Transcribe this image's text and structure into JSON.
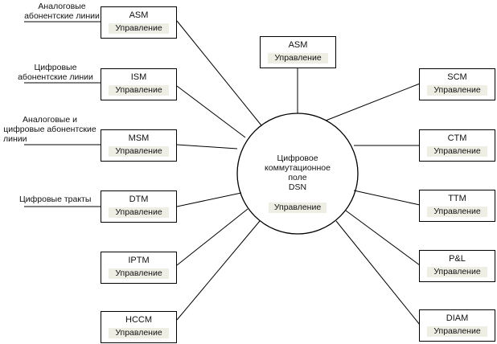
{
  "control_label": "Управление",
  "center": {
    "lines": [
      "Цифровое",
      "коммутационное",
      "поле",
      "DSN"
    ],
    "control_label": "Управление"
  },
  "left_modules": [
    {
      "name": "ASM"
    },
    {
      "name": "ISM"
    },
    {
      "name": "MSM"
    },
    {
      "name": "DTM"
    },
    {
      "name": "IPTM"
    },
    {
      "name": "HCCM"
    }
  ],
  "top_module": {
    "name": "ASM"
  },
  "right_modules": [
    {
      "name": "SCM"
    },
    {
      "name": "CTM"
    },
    {
      "name": "TTM"
    },
    {
      "name": "P&L"
    },
    {
      "name": "DIAM"
    }
  ],
  "line_labels": [
    {
      "lines": [
        "Аналоговые",
        "абонентские линии"
      ]
    },
    {
      "lines": [
        "Цифровые",
        "абонентские линии"
      ]
    },
    {
      "lines": [
        "Аналоговые и",
        "цифровые абонентские",
        "линии"
      ]
    },
    {
      "lines": [
        "Цифровые тракты"
      ]
    }
  ]
}
